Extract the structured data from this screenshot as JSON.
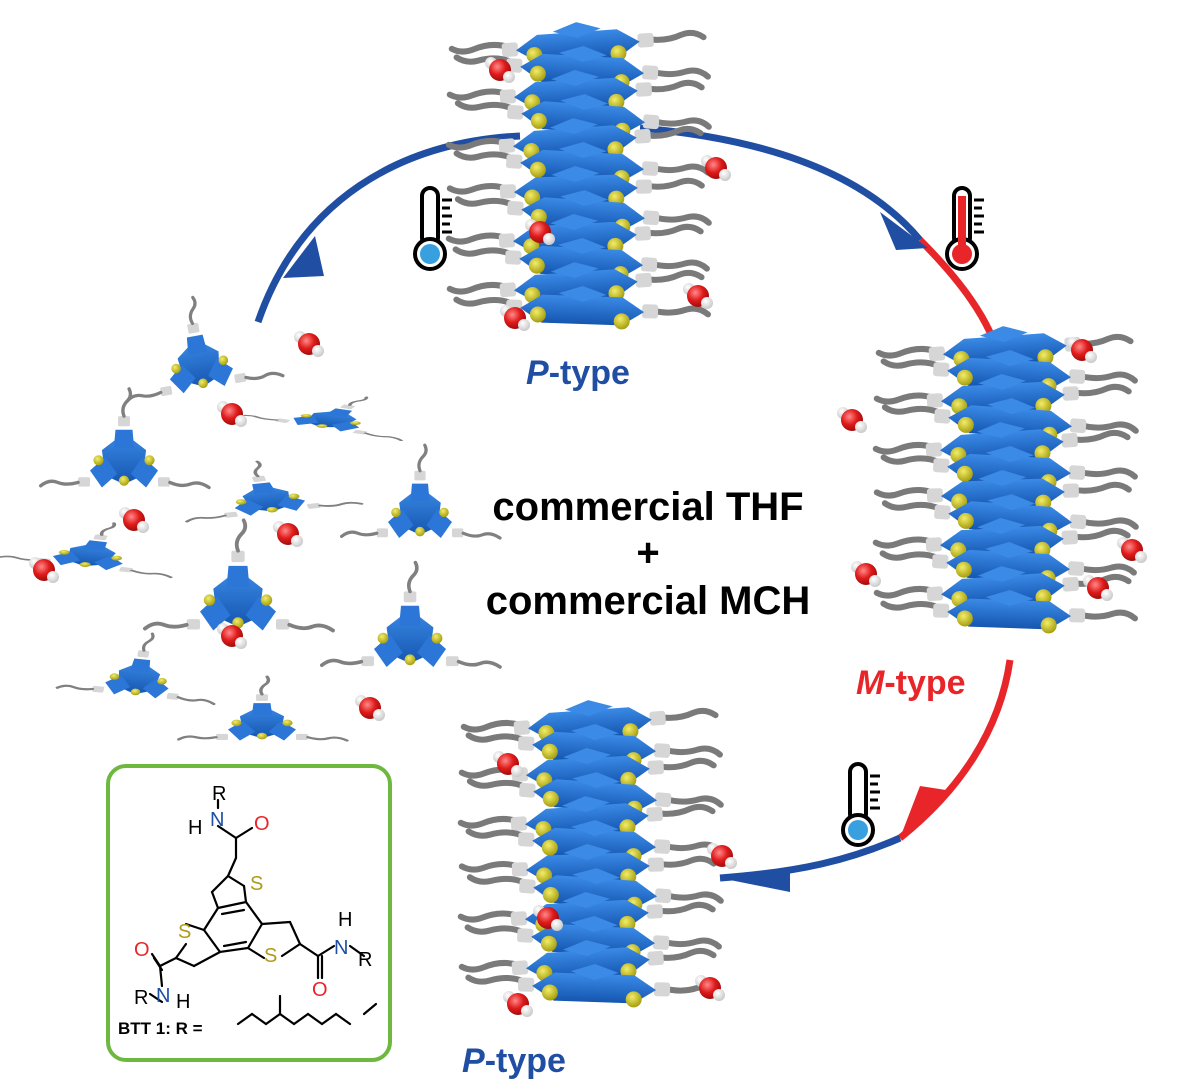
{
  "colors": {
    "blue_arrow": "#1f4ea3",
    "red_arrow": "#e8262a",
    "molecule_core": "#1d6fd0",
    "sulfur": "#c9c21a",
    "chain": "#808080",
    "amide": "#d6d6d6",
    "water_oxygen": "#e01b1b",
    "box_border": "#6fb83f",
    "atom_O": "#e8262a",
    "atom_N": "#1f4ea3",
    "atom_S": "#b19a1a"
  },
  "center_text": {
    "line1": "commercial THF",
    "line2": "+",
    "line3": "commercial MCH"
  },
  "labels": {
    "top_helix": {
      "italic": "P",
      "rest": "-type"
    },
    "right_helix": {
      "italic": "M",
      "rest": "-type"
    },
    "bottom_helix": {
      "italic": "P",
      "rest": "-type"
    }
  },
  "icons": {
    "cold_top": "thermometer-cold-icon",
    "hot_right": "thermometer-hot-icon",
    "cold_bottom": "thermometer-cold-icon"
  },
  "structure": {
    "atoms": {
      "R": "R",
      "N": "N",
      "H": "H",
      "O": "O",
      "S": "S"
    },
    "caption": "BTT 1: R ="
  }
}
